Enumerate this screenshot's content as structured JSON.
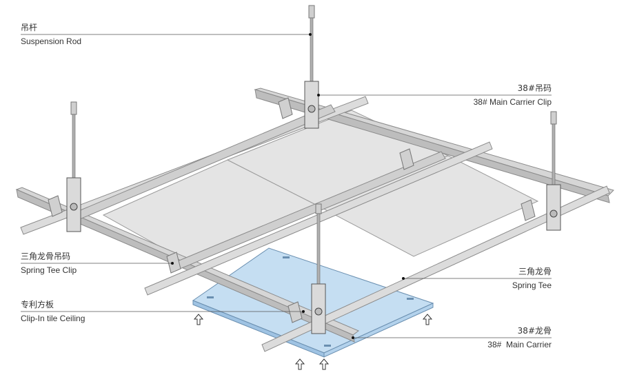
{
  "labels": {
    "suspension_rod": {
      "cn": "吊杆",
      "en": "Suspension Rod"
    },
    "main_carrier_clip": {
      "cn": "38#吊码",
      "en": "38# Main Carrier Clip"
    },
    "spring_tee_clip": {
      "cn": "三角龙骨吊码",
      "en": "Spring Tee Clip"
    },
    "clip_in_tile": {
      "cn": "专利方板",
      "en": "Clip-In tile Ceiling"
    },
    "spring_tee": {
      "cn": "三角龙骨",
      "en": "Spring Tee"
    },
    "main_carrier": {
      "cn": "38#龙骨",
      "en": "38#  Main Carrier"
    }
  },
  "colors": {
    "tile": "#c5def2",
    "tile_edge": "#6a8fb0",
    "metal": "#d6d6d6",
    "metal_dark": "#9a9a9a",
    "panel": "#e4e4e4",
    "leader": "#555555"
  },
  "icons": [
    "arrow-up-icon"
  ]
}
